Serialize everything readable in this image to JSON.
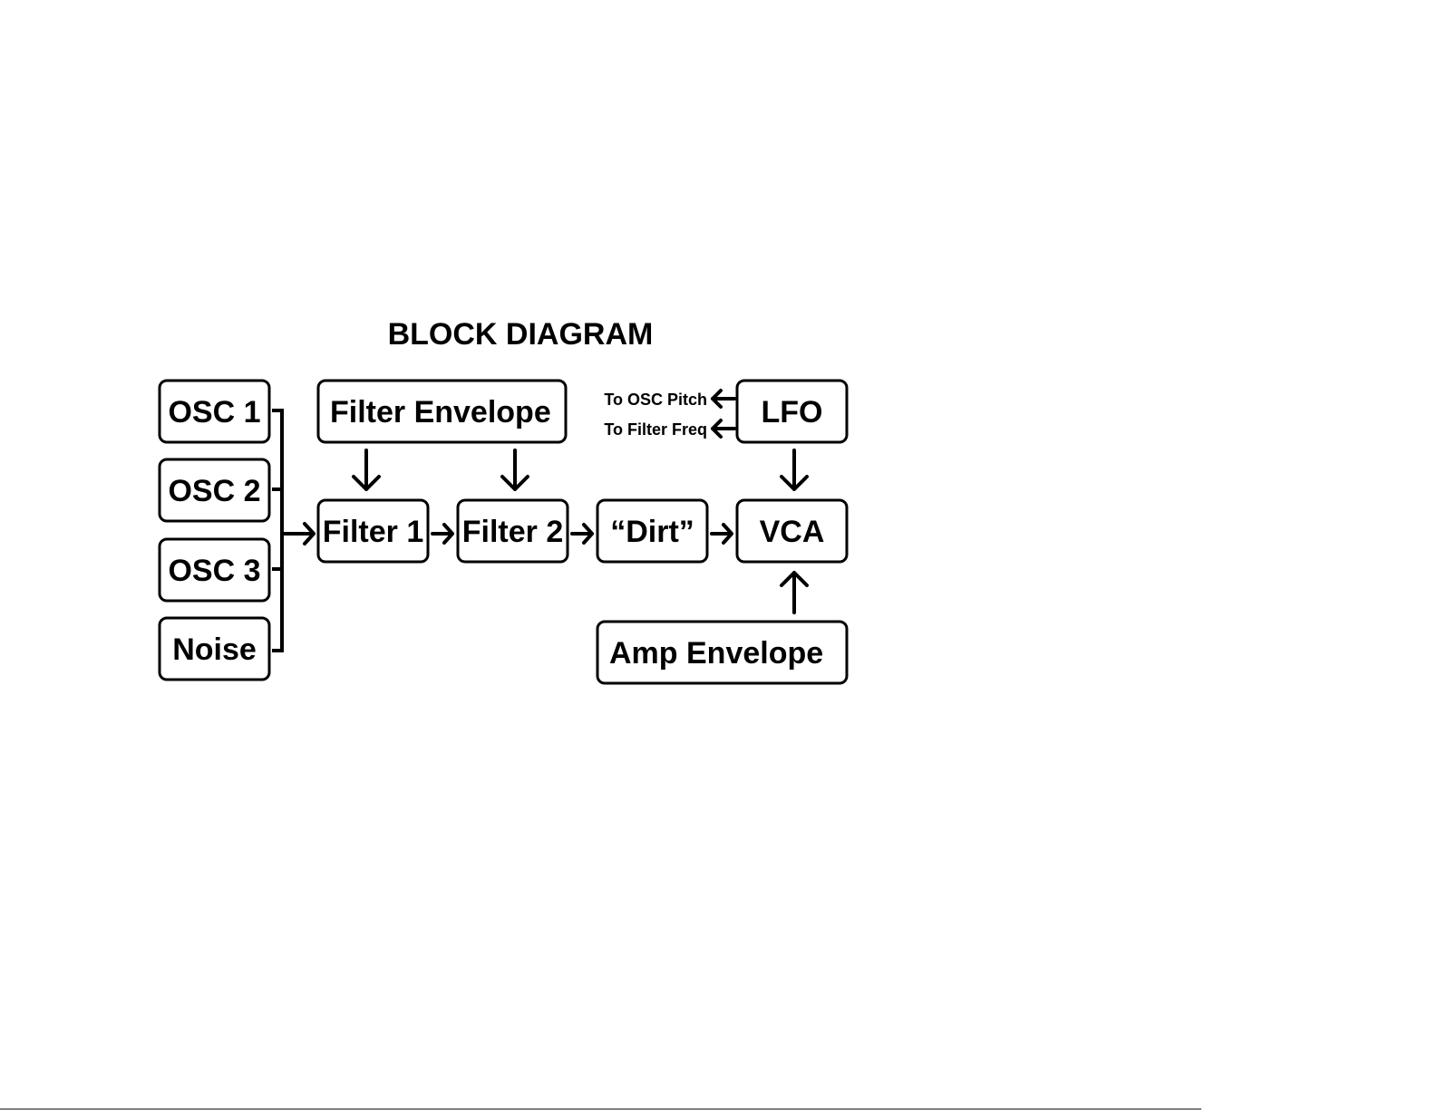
{
  "diagram": {
    "title": "BLOCK DIAGRAM",
    "blocks": {
      "osc1": "OSC 1",
      "osc2": "OSC 2",
      "osc3": "OSC 3",
      "noise": "Noise",
      "filter_envelope": "Filter Envelope",
      "filter1": "Filter 1",
      "filter2": "Filter 2",
      "dirt": "“Dirt”",
      "vca": "VCA",
      "lfo": "LFO",
      "amp_envelope": "Amp Envelope"
    },
    "outputs": {
      "to_osc_pitch": "To OSC Pitch",
      "to_filter_freq": "To Filter Freq"
    }
  }
}
